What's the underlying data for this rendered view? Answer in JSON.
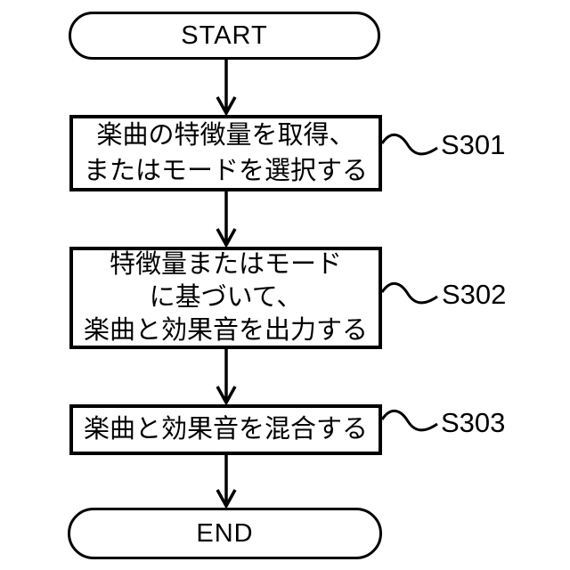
{
  "figure": {
    "background": "#ffffff",
    "stroke_color": "#000000",
    "start": {
      "label": "START"
    },
    "end": {
      "label": "END"
    },
    "steps": [
      {
        "id": "S301",
        "lines": [
          "楽曲の特徴量を取得、",
          "またはモードを選択する"
        ]
      },
      {
        "id": "S302",
        "lines": [
          "特徴量またはモード",
          "に基づいて、",
          "楽曲と効果音を出力する"
        ]
      },
      {
        "id": "S303",
        "lines": [
          "楽曲と効果音を混合する"
        ]
      }
    ]
  }
}
